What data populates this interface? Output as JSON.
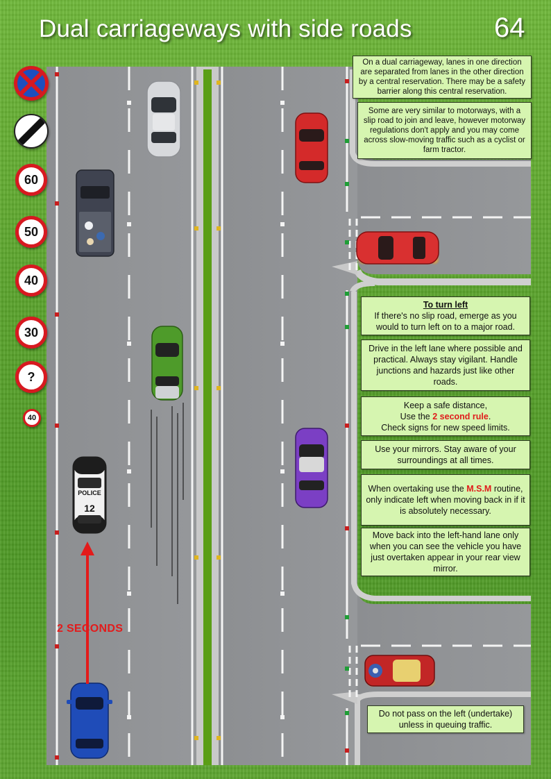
{
  "header": {
    "title": "Dual carriageways with side roads",
    "page_number": "64"
  },
  "signs": {
    "no_stopping_icon": "clearway-no-stopping-sign",
    "national_speed_icon": "national-speed-limit-sign",
    "limits": [
      "60",
      "50",
      "40",
      "30",
      "?"
    ],
    "minimum_speed": "40"
  },
  "notes": {
    "intro_1": "On a dual carriageway, lanes in one direction are separated from lanes in the other direction by a central reservation. There may be a safety barrier along this central reservation.",
    "intro_2": "Some are very similar to motorways, with a slip road to join and leave, however motorway regulations don't apply and you may come across slow-moving traffic such as a cyclist or farm tractor.",
    "turn_left_heading": "To turn left",
    "turn_left_body": "If there's no slip road, emerge as you would to turn left on to a major road.",
    "left_lane": "Drive in the left lane where possible and practical. Always stay vigilant. Handle junctions and hazards just like other roads.",
    "distance_1": "Keep a safe distance,",
    "distance_2_pre": "Use the ",
    "distance_2_highlight": "2 second rule",
    "distance_2_post": ".",
    "distance_3": "Check signs for new speed limits.",
    "mirrors": "Use your mirrors. Stay aware of your surroundings at all times.",
    "overtake_pre": "When overtaking use the ",
    "overtake_highlight": "M.S.M",
    "overtake_post": " routine,",
    "overtake_2": "only indicate left when moving back in if  it is absolutely necessary.",
    "move_back": "Move back into the left-hand lane  only when you can see the vehicle you have just overtaken appear in your rear view mirror.",
    "undertake": "Do not pass on the left (undertake) unless in queuing traffic."
  },
  "gap_label": "2 SECONDS",
  "vehicles": {
    "police_text_1": "POLICE",
    "police_text_2": "12"
  },
  "colors": {
    "road": "#8f9194",
    "grass": "#5aa32c",
    "note_bg": "#d6f5b0",
    "highlight_red": "#e01b1b",
    "sign_red": "#d71920"
  }
}
